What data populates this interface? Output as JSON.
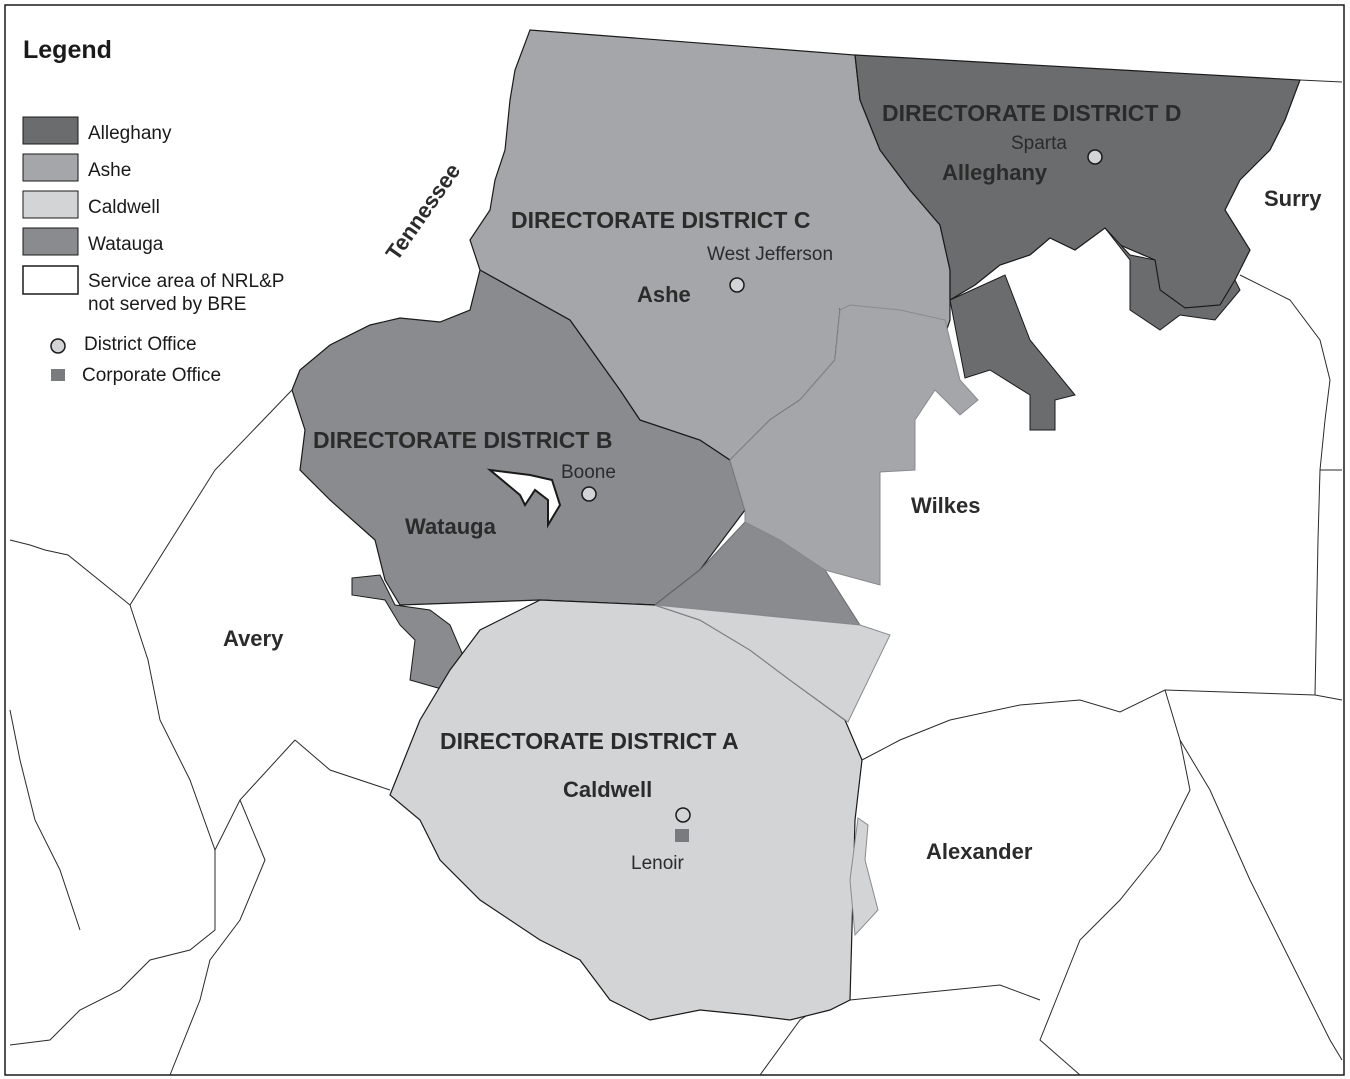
{
  "legend": {
    "title": "Legend",
    "items": [
      {
        "label": "Alleghany",
        "color": "#6b6c6e"
      },
      {
        "label": "Ashe",
        "color": "#a5a6a9"
      },
      {
        "label": "Caldwell",
        "color": "#d3d4d6"
      },
      {
        "label": "Watauga",
        "color": "#8a8b8e"
      }
    ],
    "service_area": {
      "line1": "Service area of NRL&P",
      "line2": "not served by BRE"
    },
    "district_office": "District Office",
    "corporate_office": "Corporate Office"
  },
  "districts": {
    "a": "DIRECTORATE DISTRICT A",
    "b": "DIRECTORATE DISTRICT B",
    "c": "DIRECTORATE DISTRICT C",
    "d": "DIRECTORATE DISTRICT D"
  },
  "counties": {
    "alleghany": "Alleghany",
    "ashe": "Ashe",
    "watauga": "Watauga",
    "caldwell": "Caldwell",
    "surry": "Surry",
    "wilkes": "Wilkes",
    "avery": "Avery",
    "alexander": "Alexander"
  },
  "towns": {
    "sparta": "Sparta",
    "west_jefferson": "West Jefferson",
    "boone": "Boone",
    "lenoir": "Lenoir"
  },
  "state_label": "Tennessee"
}
